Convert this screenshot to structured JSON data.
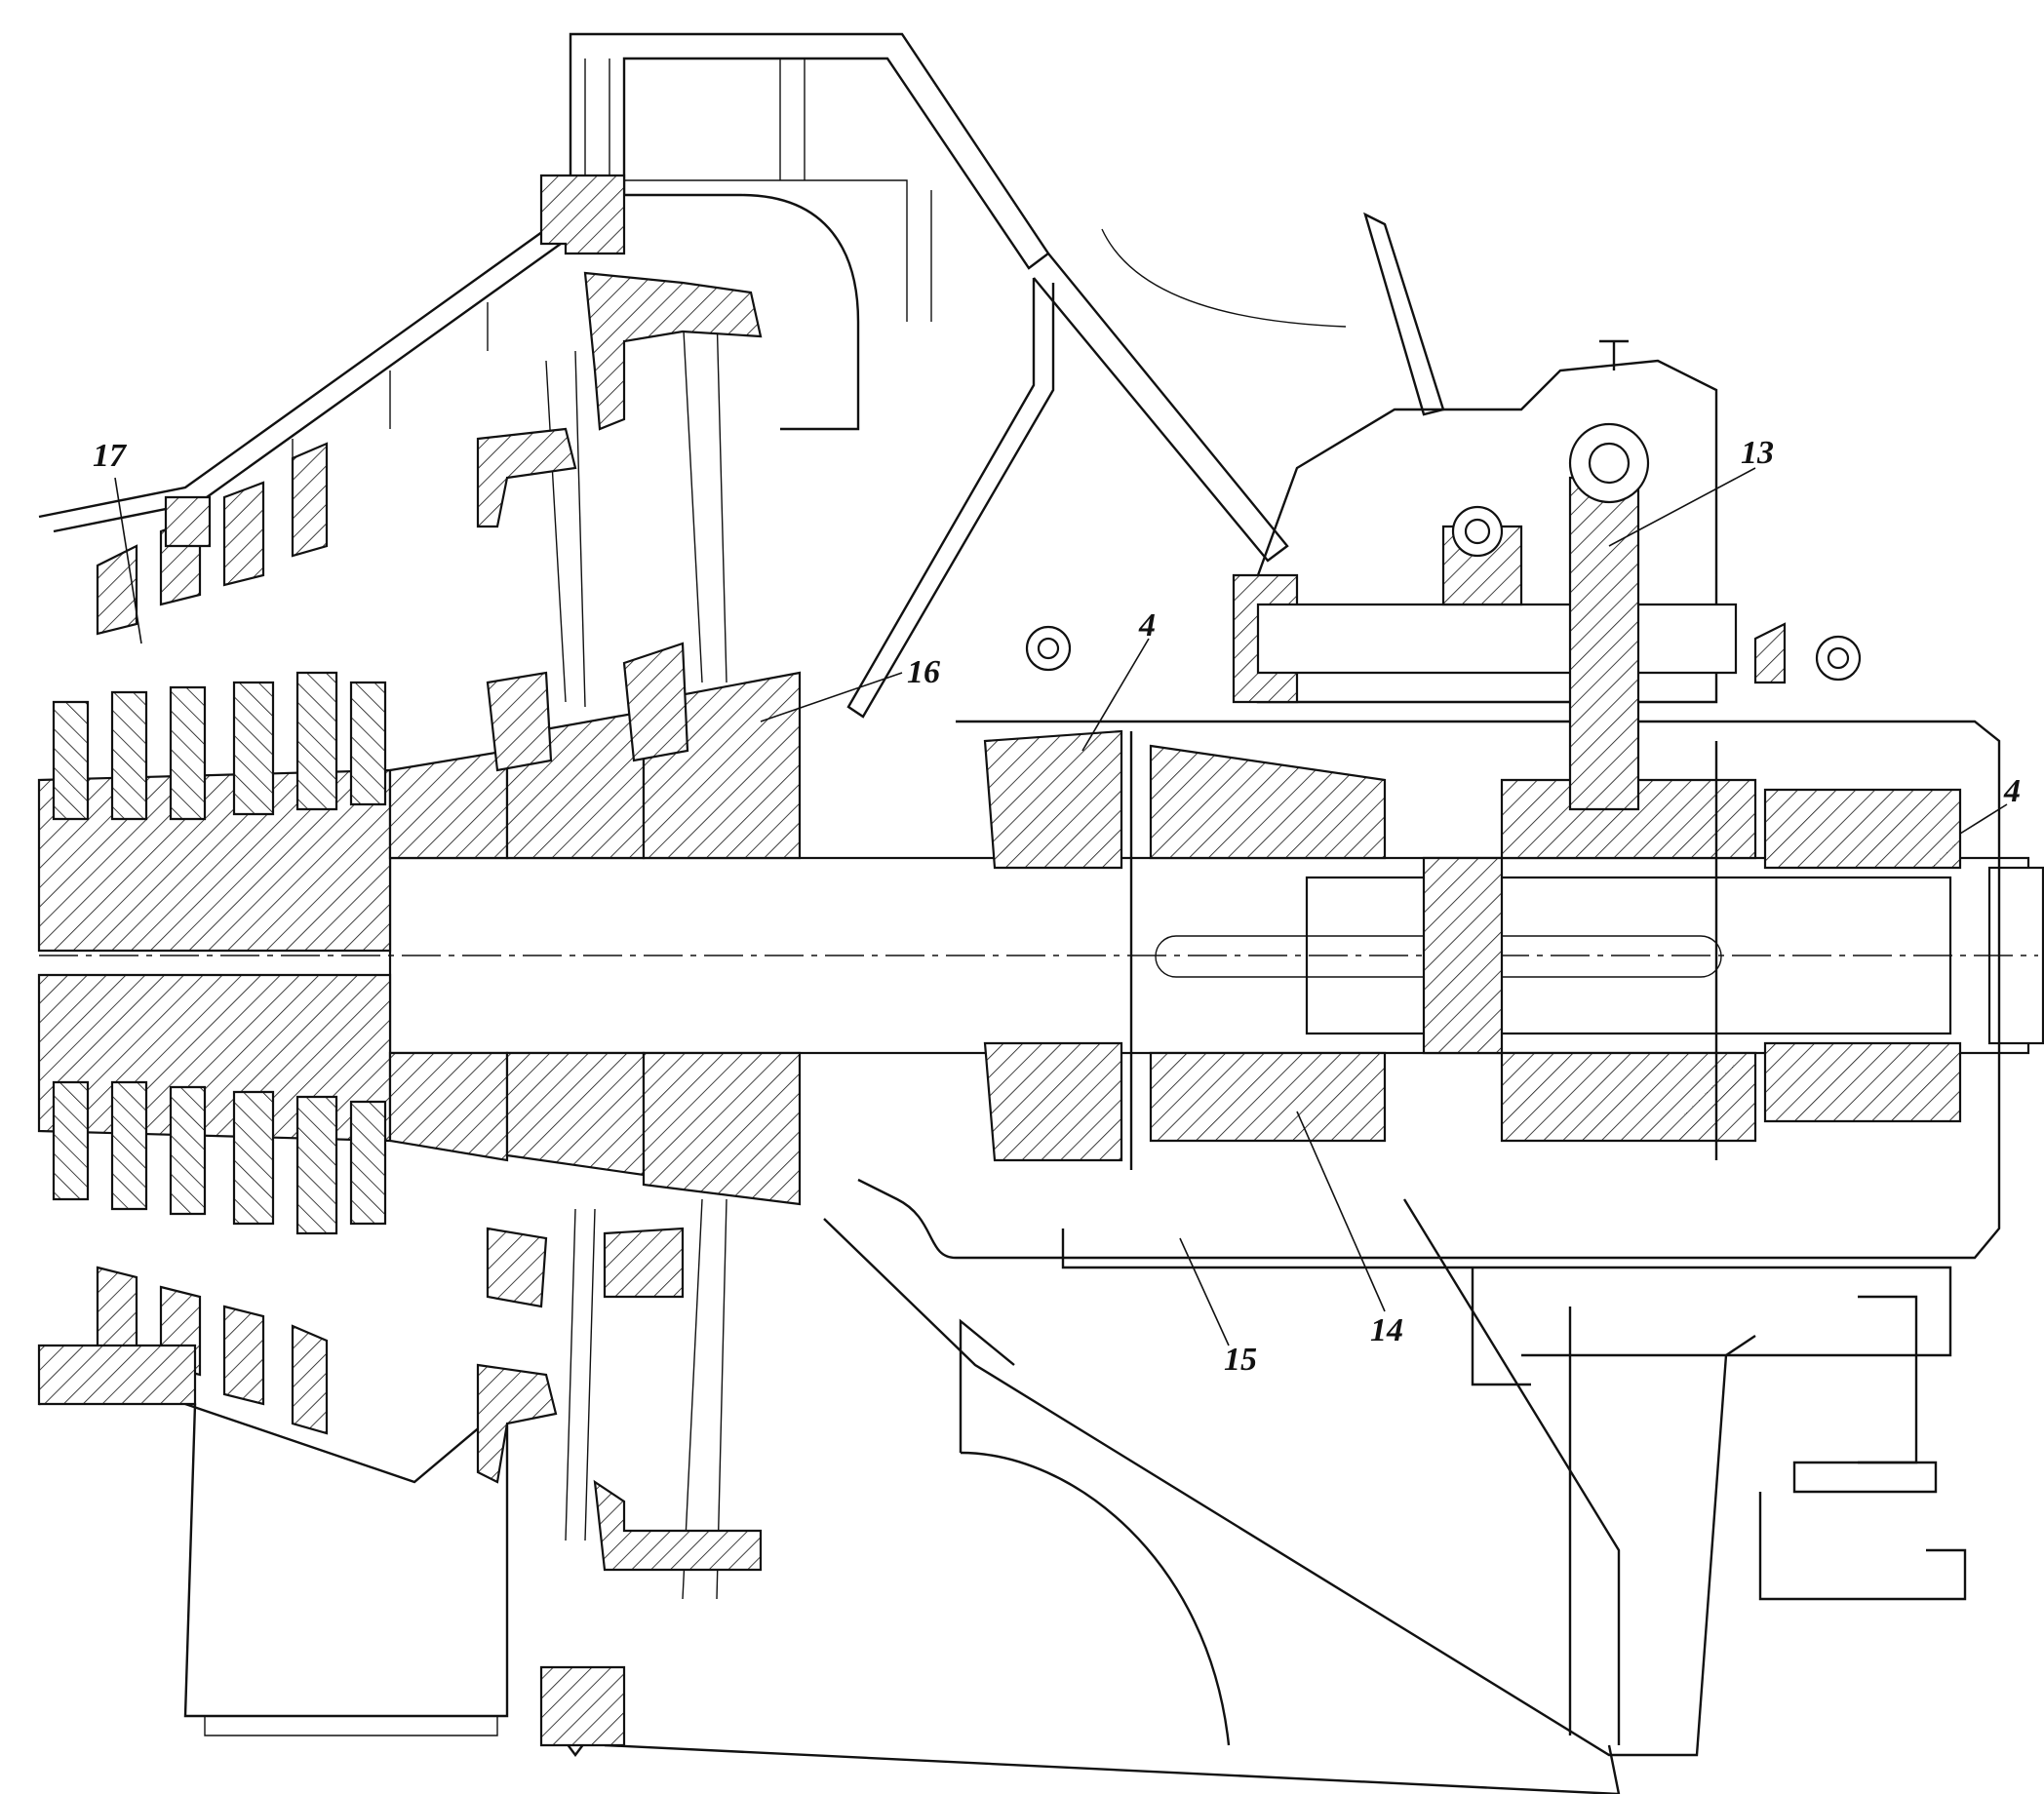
{
  "drawing": {
    "labels": {
      "item_17": "17",
      "item_16": "16",
      "item_4_left": "4",
      "item_4_right": "4",
      "item_13": "13",
      "item_14": "14",
      "item_15": "15"
    }
  }
}
